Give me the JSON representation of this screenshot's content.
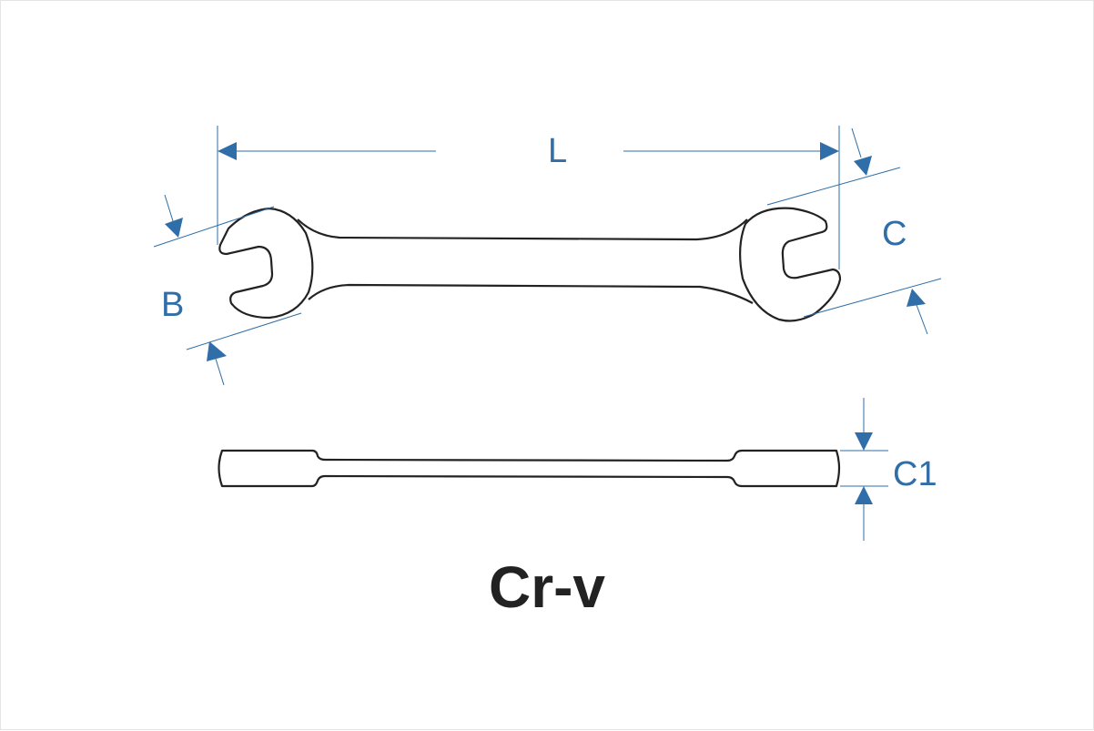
{
  "labels": {
    "L": "L",
    "B": "B",
    "C": "C",
    "C1": "C1"
  },
  "material": "Cr-v",
  "colors": {
    "dimension": "#2f6ea8",
    "outline": "#222222"
  }
}
